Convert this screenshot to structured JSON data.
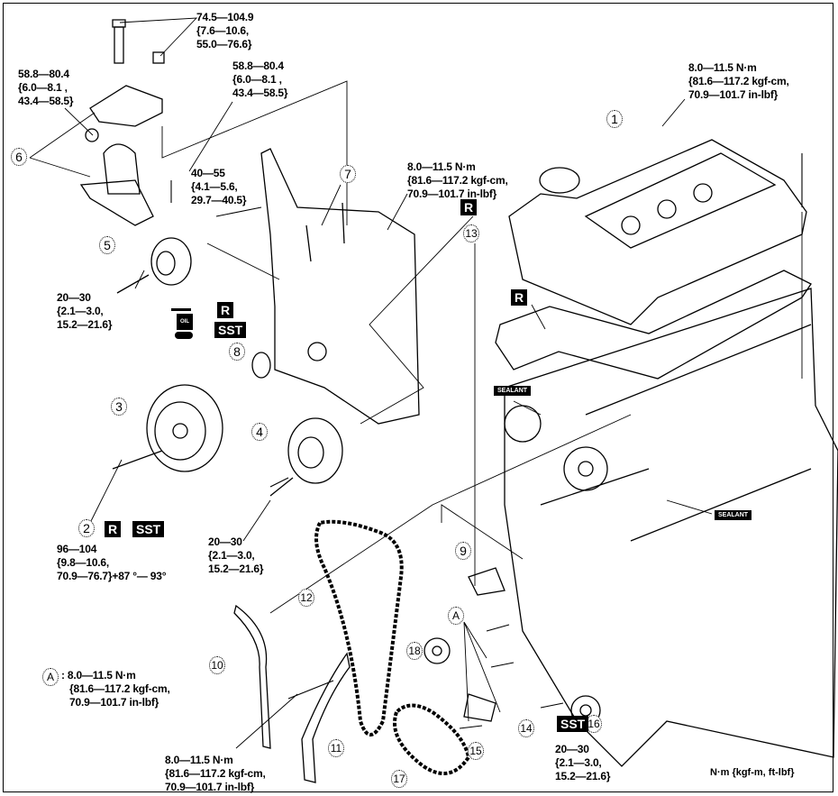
{
  "torques": [
    {
      "id": "t-mount-top",
      "lines": [
        "74.5—104.9",
        "{7.6—10.6,",
        "55.0—76.6}"
      ]
    },
    {
      "id": "t-mount-left",
      "lines": [
        "58.8—80.4",
        "{6.0—8.1 ,",
        "43.4—58.5}"
      ]
    },
    {
      "id": "t-mount-right",
      "lines": [
        "58.8—80.4",
        "{6.0—8.1 ,",
        "43.4—58.5}"
      ]
    },
    {
      "id": "t-bolt-40",
      "lines": [
        "40—55",
        "{4.1—5.6,",
        "29.7—40.5}"
      ]
    },
    {
      "id": "t-front-cover",
      "lines": [
        "8.0—11.5 N·m",
        "{81.6—117.2 kgf-cm,",
        "70.9—101.7 in-lbf}"
      ]
    },
    {
      "id": "t-head-cover",
      "lines": [
        "8.0—11.5 N·m",
        "{81.6—117.2 kgf-cm,",
        "70.9—101.7 in-lbf}"
      ]
    },
    {
      "id": "t-idler-5",
      "lines": [
        "20—30",
        "{2.1—3.0,",
        "15.2—21.6}"
      ]
    },
    {
      "id": "t-pulley",
      "lines": [
        "96—104",
        "{9.8—10.6,",
        "70.9—76.7}+87 °— 93°"
      ]
    },
    {
      "id": "t-idler-4",
      "lines": [
        "20—30",
        "{2.1—3.0,",
        "15.2—21.6}"
      ]
    },
    {
      "id": "t-a-note",
      "lines": [
        ": 8.0—11.5 N·m",
        "{81.6—117.2 kgf-cm,",
        "70.9—101.7 in-lbf}"
      ]
    },
    {
      "id": "t-guide",
      "lines": [
        "8.0—11.5 N·m",
        "{81.6—117.2 kgf-cm,",
        "70.9—101.7 in-lbf}"
      ]
    },
    {
      "id": "t-sprocket-16",
      "lines": [
        "20—30",
        "{2.1—3.0,",
        "15.2—21.6}"
      ]
    }
  ],
  "callouts": [
    "1",
    "2",
    "3",
    "4",
    "5",
    "6",
    "7",
    "8",
    "9",
    "10",
    "11",
    "12",
    "13",
    "14",
    "15",
    "16",
    "17",
    "18",
    "A",
    "A"
  ],
  "badges": {
    "r": "R",
    "sst": "SST",
    "sealant": "SEALANT",
    "oil": "OIL"
  },
  "units": "N·m {kgf-m, ft-lbf}"
}
